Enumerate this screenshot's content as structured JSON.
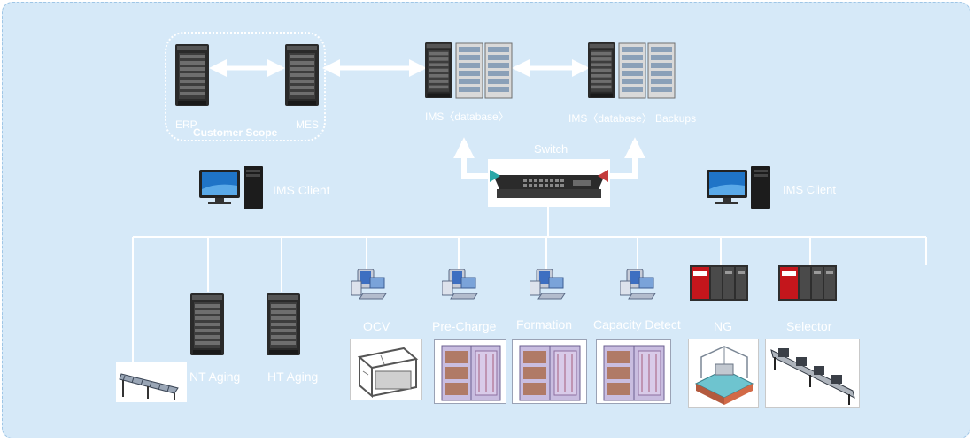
{
  "scope": {
    "label": "Customer Scope"
  },
  "servers": {
    "erp": "ERP",
    "mes": "MES",
    "ims_db": "IMS〈database〉",
    "ims_backup": "IMS〈database〉 Backups"
  },
  "switch": {
    "label": "Switch"
  },
  "clients": {
    "left": "IMS Client",
    "right": "IMS Client"
  },
  "stations": {
    "nt_aging": "NT Aging",
    "ht_aging": "HT Aging",
    "ocv": "OCV",
    "pre_charge": "Pre-Charge",
    "formation": "Formation",
    "capacity_detect": "Capacity Detect",
    "ng": "NG",
    "selector": "Selector"
  },
  "colors": {
    "background": "#d6e9f8",
    "connector": "#ffffff",
    "label": "#ffffff"
  }
}
